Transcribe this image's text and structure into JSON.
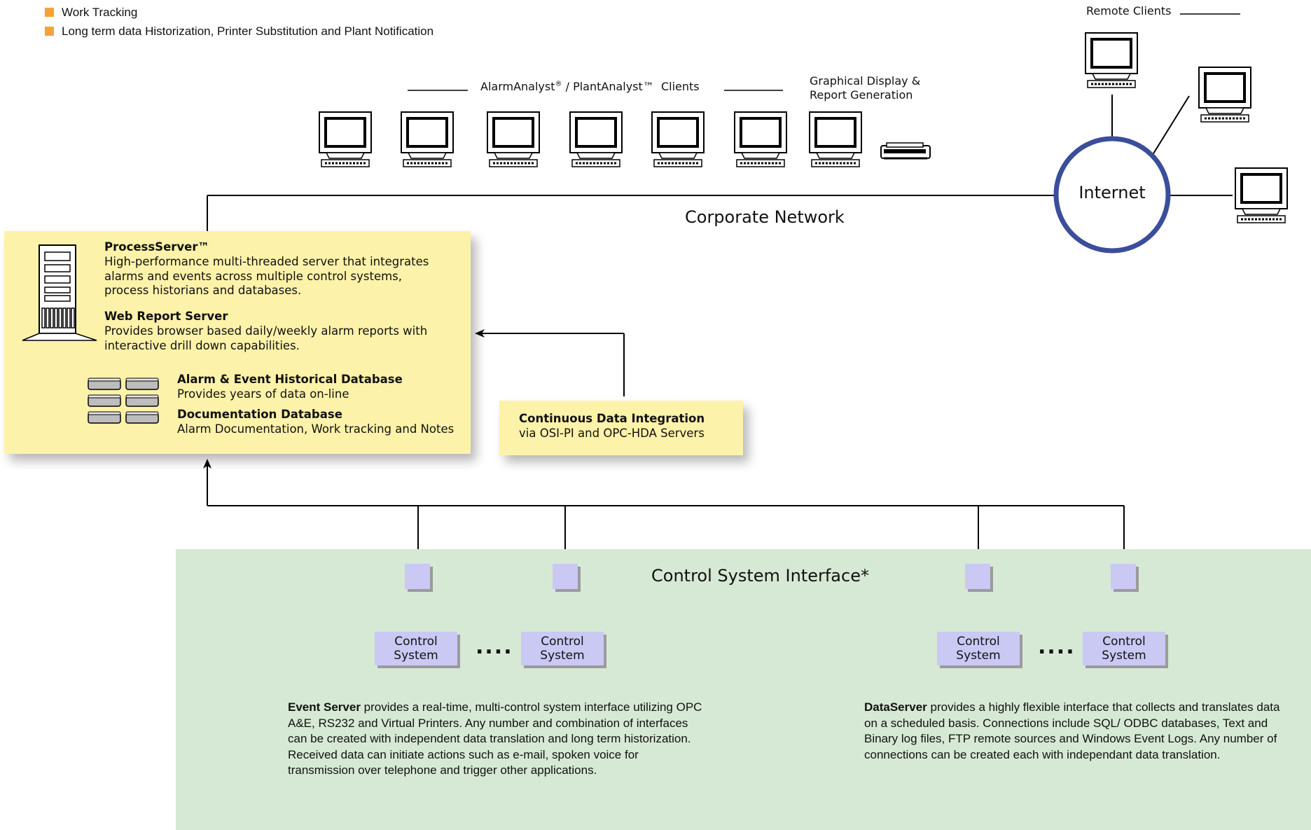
{
  "legend": [
    {
      "label": "Work Tracking"
    },
    {
      "label": "Long term data Historization, Printer Substitution and Plant Notification"
    }
  ],
  "clients": {
    "label_main": "AlarmAnalyst",
    "label_reg": "®",
    "label_mid": " / PlantAnalyst™  Clients",
    "graphical_display": "Graphical Display &",
    "report_generation": "Report Generation"
  },
  "remote_clients": "Remote Clients",
  "internet": "Internet",
  "corporate_network": "Corporate Network",
  "server_panel": {
    "process_server_title": "ProcessServer™",
    "process_server_desc": [
      "High-performance multi-threaded server that integrates",
      "alarms and events across multiple control systems,",
      "process historians and databases."
    ],
    "web_report_title": "Web Report Server",
    "web_report_desc": [
      "Provides browser based daily/weekly alarm reports with",
      "interactive drill down capabilities."
    ],
    "alarm_db_title": "Alarm & Event Historical Database",
    "alarm_db_desc": "Provides years of data on-line",
    "doc_db_title": "Documentation Database",
    "doc_db_desc": "Alarm Documentation, Work tracking and Notes"
  },
  "integration_panel": {
    "title": "Continuous Data Integration",
    "desc": "via OSI-PI and OPC-HDA Servers"
  },
  "control_interface": {
    "title": "Control System Interface*",
    "control_system_line1": "Control",
    "control_system_line2": "System",
    "dots": "....",
    "event_server": {
      "title": "Event Server",
      "text": " provides a real-time, multi-control system interface utilizing OPC A&E, RS232 and Virtual Printers.  Any number and combination of interfaces can be created with independent data translation and long term historization.  Received data can initiate actions such as e-mail, spoken voice for transmission over telephone and trigger other applications."
    },
    "data_server": {
      "title": "DataServer",
      "text": " provides a highly flexible interface that collects and translates data on a scheduled basis.  Connections include SQL/ ODBC databases, Text and Binary log files, FTP remote sources and  Windows Event Logs.  Any number of connections can be created each with independant data translation."
    }
  },
  "colors": {
    "legend_square": "#f7a233",
    "server_panel": "#fdf2a9",
    "control_panel": "#d6e9d4",
    "node_fill": "#c9c9f4",
    "internet_ring": "#3b4e9a"
  }
}
